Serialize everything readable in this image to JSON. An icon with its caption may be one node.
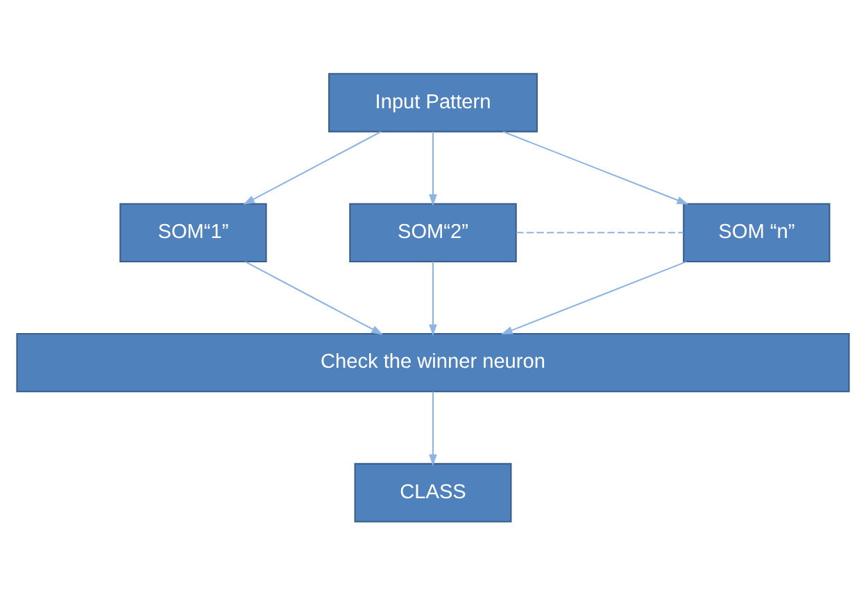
{
  "diagram": {
    "nodes": [
      {
        "text": [
          "Input Pattern"
        ]
      },
      {
        "text": [
          "SOM“1”"
        ]
      },
      {
        "text": [
          "SOM“2”"
        ]
      },
      {
        "text": [
          "SOM “n”"
        ]
      },
      {
        "text": [
          "Check the winner neuron"
        ]
      },
      {
        "text": [
          "CLASS"
        ]
      }
    ],
    "edges": [
      {
        "from": 0,
        "to": 1,
        "arrow": "to"
      },
      {
        "from": 0,
        "to": 2,
        "arrow": "to"
      },
      {
        "from": 0,
        "to": 3,
        "arrow": "to"
      },
      {
        "from": 2,
        "to": 3,
        "arrow": "none",
        "style": "dashed"
      },
      {
        "from": 1,
        "to": 4,
        "arrow": "to"
      },
      {
        "from": 2,
        "to": 4,
        "arrow": "to"
      },
      {
        "from": 3,
        "to": 4,
        "arrow": "to"
      },
      {
        "from": 4,
        "to": 5,
        "arrow": "to"
      }
    ]
  }
}
